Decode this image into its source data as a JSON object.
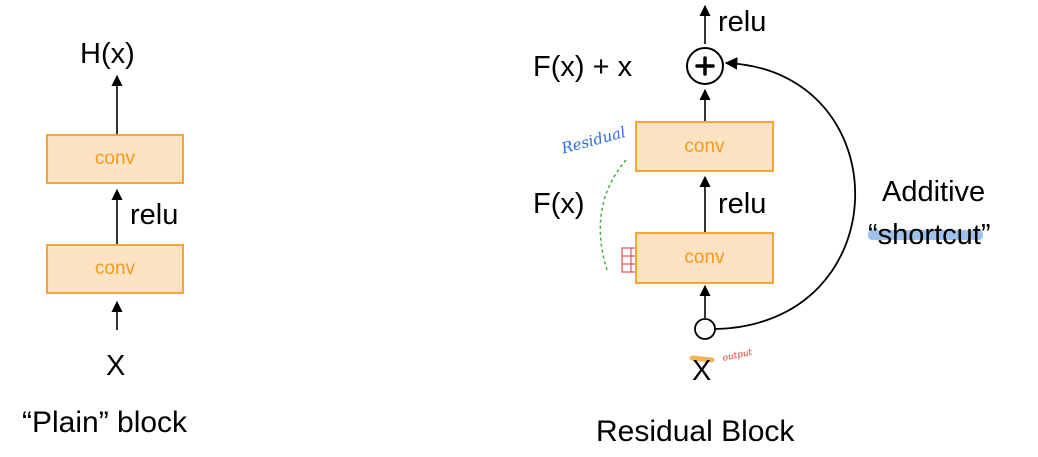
{
  "plain": {
    "output_label": "H(x)",
    "top_conv": "conv",
    "relu": "relu",
    "bottom_conv": "conv",
    "input_label": "X",
    "caption": "“Plain” block"
  },
  "residual": {
    "relu_top": "relu",
    "sum_label": "F(x) + x",
    "top_conv": "conv",
    "fx_label": "F(x)",
    "relu_mid": "relu",
    "bottom_conv": "conv",
    "input_label": "X",
    "shortcut_line1": "Additive",
    "shortcut_line2": "“shortcut”",
    "caption": "Residual Block",
    "annotation_residual": "Residual",
    "annotation_output": "output"
  },
  "colors": {
    "box_fill": "#fde3c4",
    "box_border": "#f4a636",
    "box_text": "#f39a1a",
    "annotation_blue": "#2f6fd6",
    "annotation_red": "#d8332d",
    "annotation_green": "#3aa83a",
    "highlight": "#8fb6e6"
  }
}
